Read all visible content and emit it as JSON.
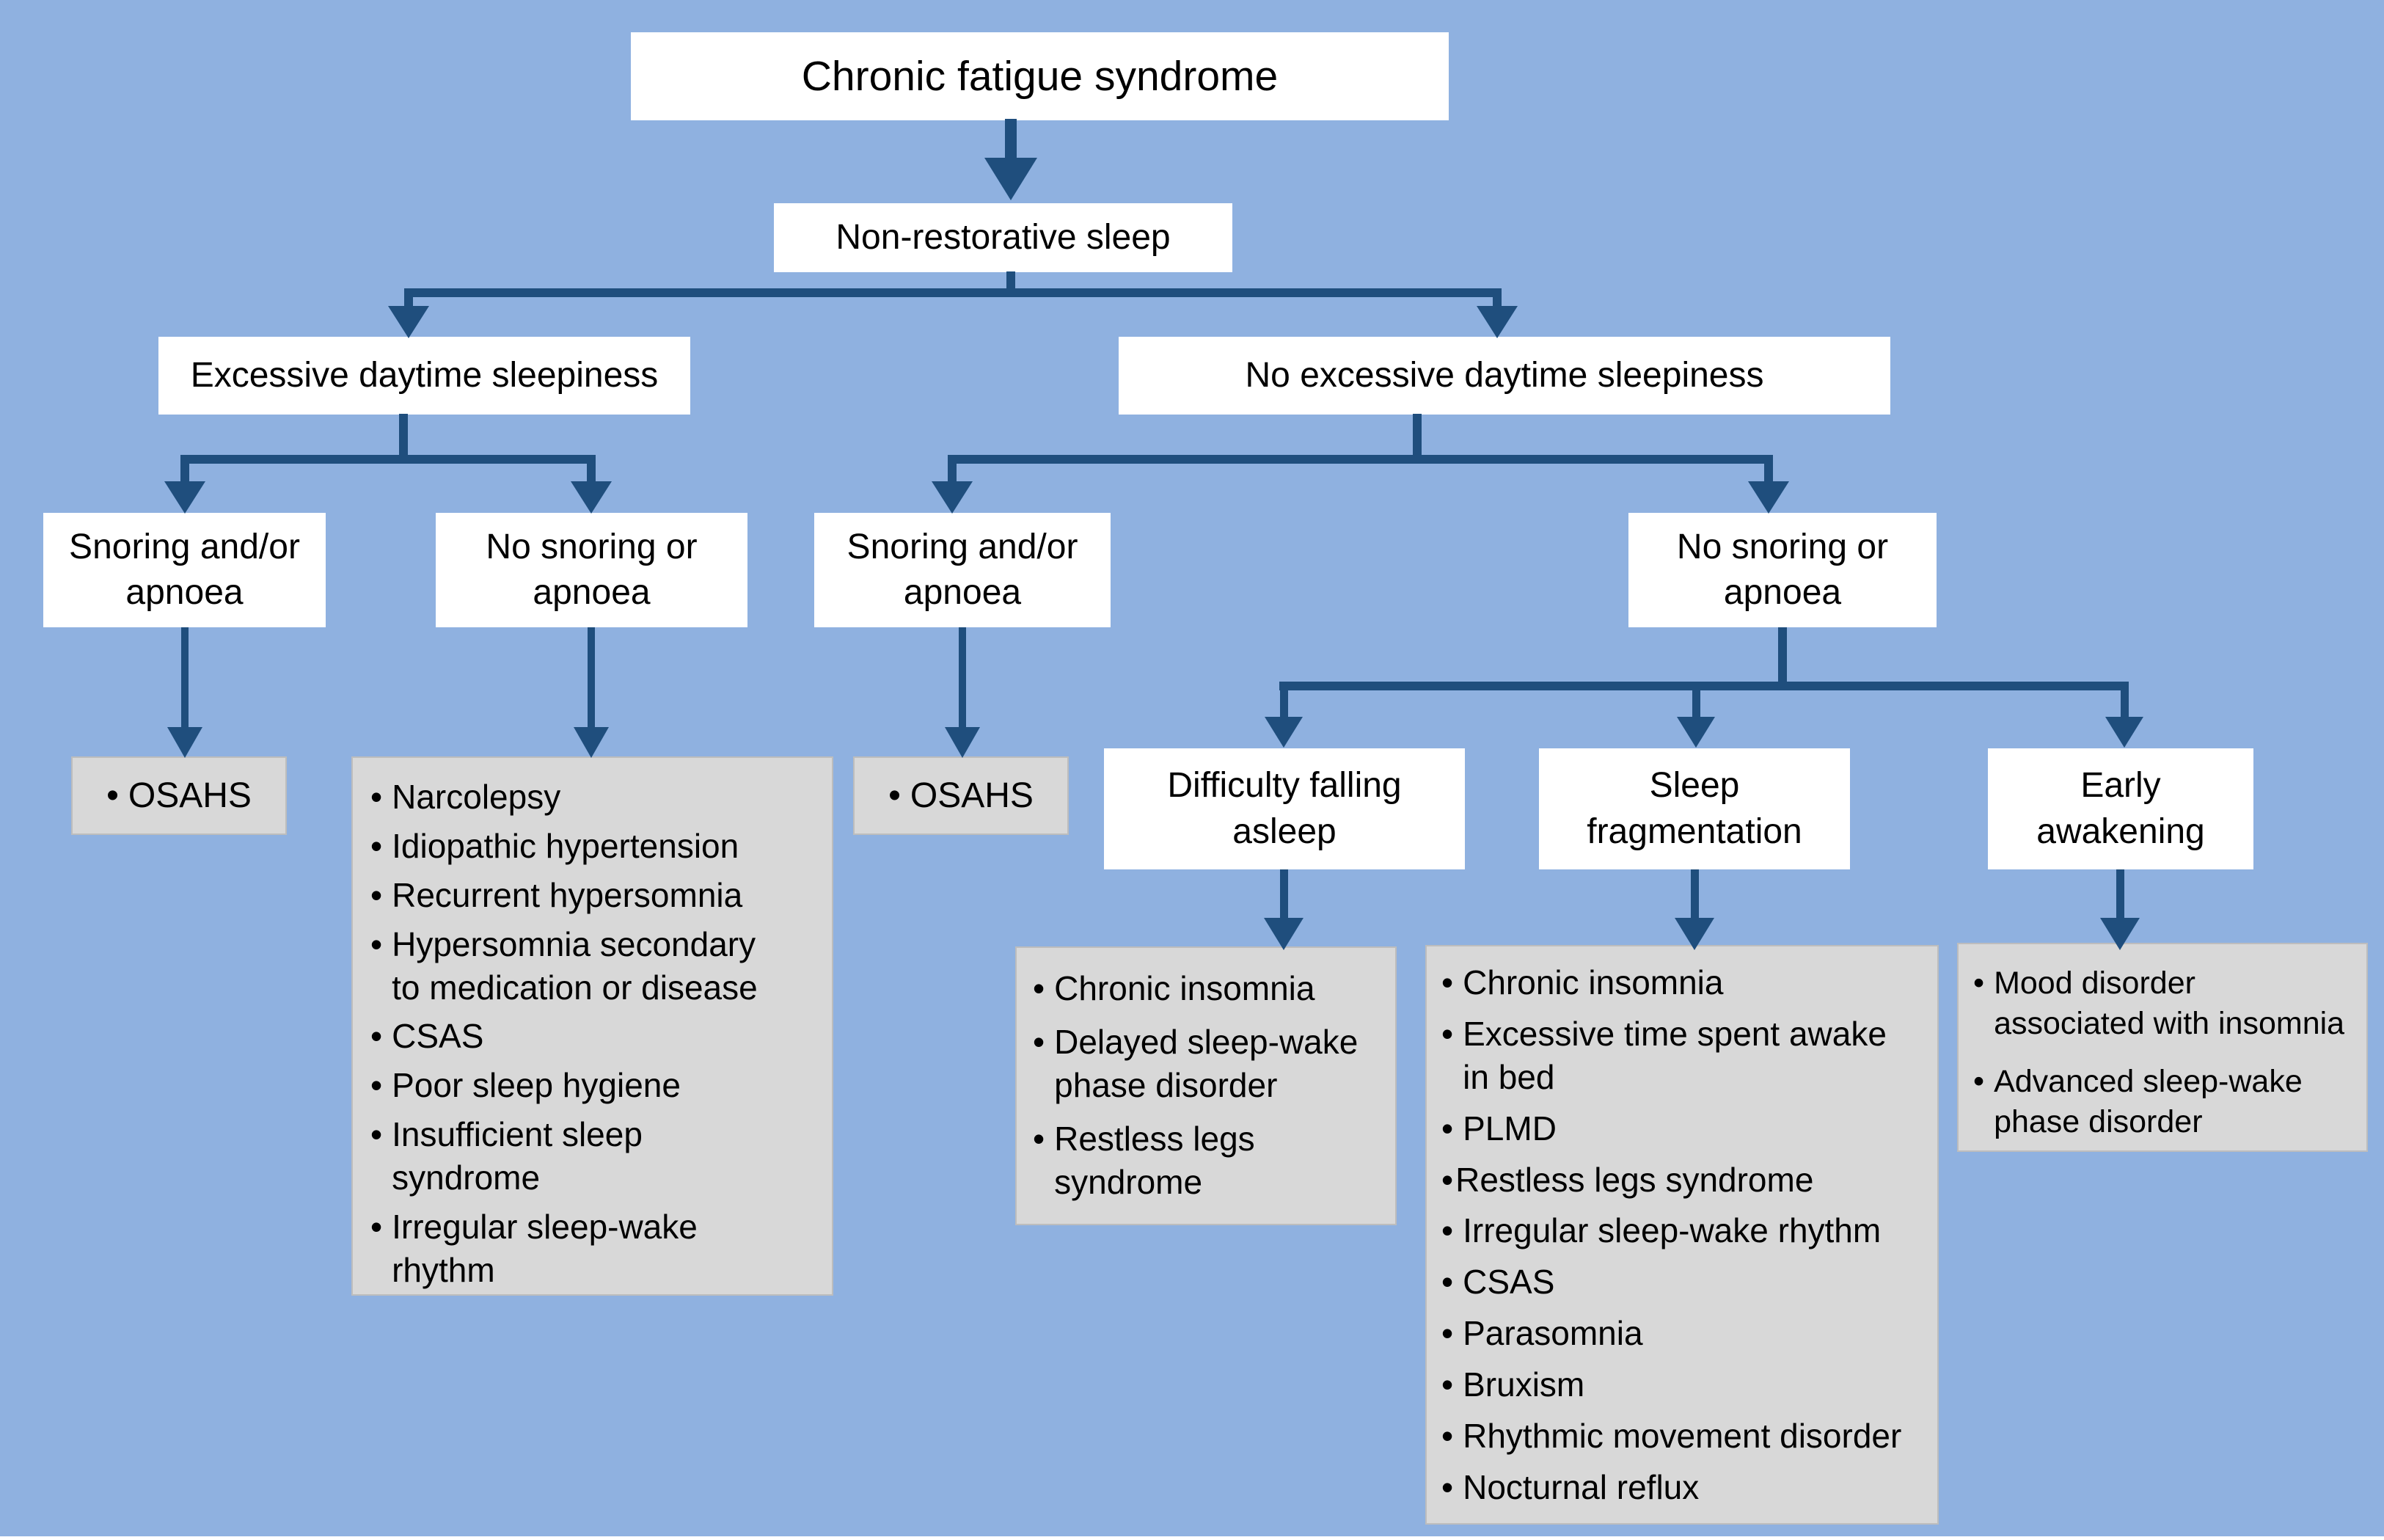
{
  "meta": {
    "bullet_glyph": "•"
  },
  "palette": {
    "bg": "#8FB1E0",
    "node-fill": "#FFFFFF",
    "list-fill": "#D8D8D8",
    "list-border": "#BDBDBD",
    "line": "#1F4E7D",
    "text": "#000000"
  },
  "nodes": {
    "title": "Chronic fatigue syndrome",
    "non_restorative": "Non-restorative sleep",
    "excessive_sleepiness": "Excessive daytime sleepiness",
    "no_excessive_sleepiness": "No excessive daytime sleepiness",
    "snoring_left": "Snoring and/or\napnoea",
    "no_snoring_left": "No snoring or\napnoea",
    "snoring_mid": "Snoring and/or\napnoea",
    "no_snoring_right": "No snoring or\napnoea",
    "difficulty_falling_asleep": "Difficulty falling\nasleep",
    "sleep_fragmentation": "Sleep\nfragmentation",
    "early_awakening": "Early\nawakening"
  },
  "lists": {
    "osahs_left": {
      "items": [
        {
          "text": "OSAHS"
        }
      ]
    },
    "osahs_mid": {
      "items": [
        {
          "text": "OSAHS"
        }
      ]
    },
    "no_snoring_left_outcomes": {
      "items": [
        {
          "text": "Narcolepsy"
        },
        {
          "text": "Idiopathic hypertension"
        },
        {
          "text": "Recurrent hypersomnia"
        },
        {
          "text": "Hypersomnia secondary\nto medication or disease"
        },
        {
          "text": "CSAS"
        },
        {
          "text": "Poor sleep hygiene"
        },
        {
          "text": "Insufficient sleep\n syndrome"
        },
        {
          "text": "Irregular sleep-wake\nrhythm"
        }
      ]
    },
    "difficulty_outcomes": {
      "items": [
        {
          "text": "Chronic insomnia"
        },
        {
          "text": "Delayed sleep-wake\nphase disorder"
        },
        {
          "text": "Restless legs\nsyndrome"
        }
      ]
    },
    "fragmentation_outcomes": {
      "items": [
        {
          "text": "Chronic insomnia"
        },
        {
          "text": "Excessive time spent awake\nin bed"
        },
        {
          "text": "PLMD"
        },
        {
          "text": "Restless legs syndrome",
          "tight": true
        },
        {
          "text": "Irregular sleep-wake rhythm"
        },
        {
          "text": "CSAS"
        },
        {
          "text": "Parasomnia"
        },
        {
          "text": "Bruxism"
        },
        {
          "text": "Rhythmic movement disorder"
        },
        {
          "text": "Nocturnal reflux"
        }
      ]
    },
    "early_awakening_outcomes": {
      "items": [
        {
          "text": "Mood disorder\nassociated with insomnia"
        },
        {
          "text": "Advanced sleep-wake\nphase disorder"
        }
      ]
    }
  }
}
